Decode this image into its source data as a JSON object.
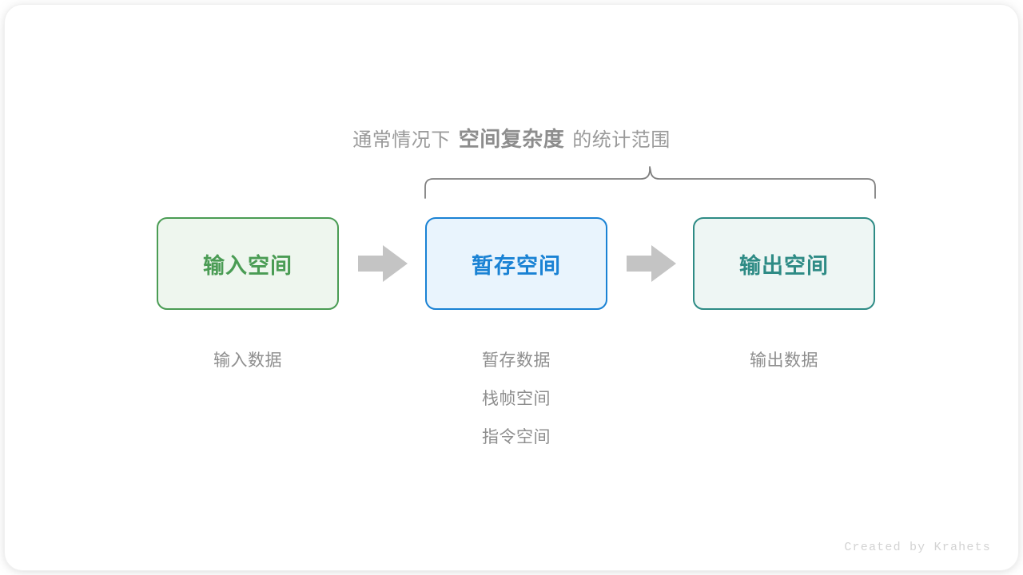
{
  "canvas": {
    "background": "#ffffff",
    "card_background": "#ffffff"
  },
  "heading": {
    "prefix": "通常情况下",
    "emphasis": "空间复杂度",
    "suffix": "的统计范围",
    "color": "#9a9a9a",
    "emphasis_color": "#8d8d8d"
  },
  "brace": {
    "name": "curly-brace",
    "color": "#808080",
    "spans_boxes": [
      "暂存空间",
      "输出空间"
    ]
  },
  "boxes": [
    {
      "id": "input",
      "label": "输入空间",
      "text_color": "#4a9c54",
      "border_color": "#4a9c54",
      "fill_color": "#eef6ee"
    },
    {
      "id": "temp",
      "label": "暂存空间",
      "text_color": "#1a82d4",
      "border_color": "#1a82d4",
      "fill_color": "#e9f4fd"
    },
    {
      "id": "output",
      "label": "输出空间",
      "text_color": "#2e8b85",
      "border_color": "#2e8b85",
      "fill_color": "#eef6f4"
    }
  ],
  "arrows": [
    {
      "id": "arrow-1",
      "direction": "right",
      "color": "#c4c4c4"
    },
    {
      "id": "arrow-2",
      "direction": "right",
      "color": "#c4c4c4"
    }
  ],
  "captions": [
    {
      "id": "input",
      "lines": [
        "输入数据"
      ]
    },
    {
      "id": "temp",
      "lines": [
        "暂存数据",
        "栈帧空间",
        "指令空间"
      ]
    },
    {
      "id": "output",
      "lines": [
        "输出数据"
      ]
    }
  ],
  "footer": {
    "credit": "Created by Krahets",
    "color": "#d3d3d3"
  }
}
